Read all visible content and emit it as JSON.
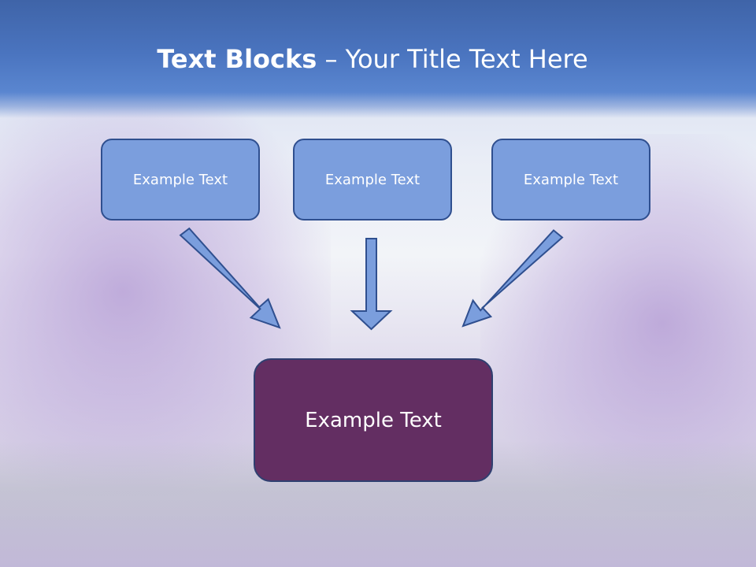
{
  "title": {
    "bold": "Text Blocks",
    "dash": " – ",
    "rest": "Your Title Text Here"
  },
  "boxes": [
    {
      "text": "Example Text"
    },
    {
      "text": "Example Text"
    },
    {
      "text": "Example Text"
    }
  ],
  "target": {
    "text": "Example Text"
  },
  "colors": {
    "title_bar": "#4a74bf",
    "box_fill": "#7b9edd",
    "box_border": "#2f4f8f",
    "target_fill": "#632e62",
    "arrow_fill": "#7b9edd",
    "arrow_stroke": "#2f4f8f"
  }
}
